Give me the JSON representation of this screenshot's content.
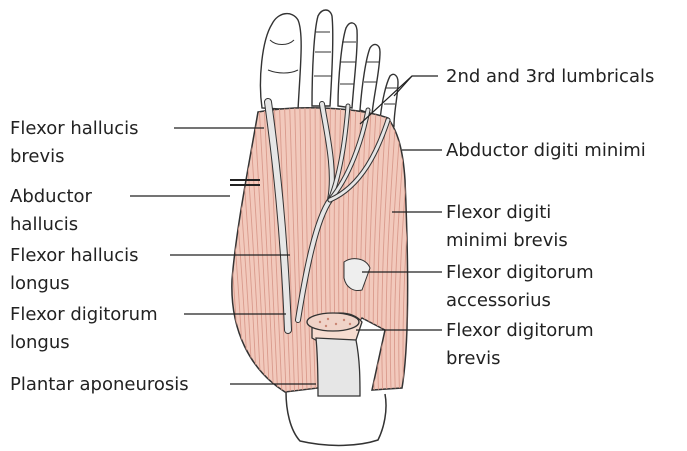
{
  "labels": {
    "flexor_hallucis_brevis_1": "Flexor hallucis",
    "flexor_hallucis_brevis_2": "brevis",
    "abductor_hallucis_1": "Abductor",
    "abductor_hallucis_2": "hallucis",
    "flexor_hallucis_longus_1": "Flexor hallucis",
    "flexor_hallucis_longus_2": "longus",
    "flexor_digitorum_longus_1": "Flexor digitorum",
    "flexor_digitorum_longus_2": "longus",
    "plantar_aponeurosis": "Plantar aponeurosis",
    "lumbricals": "2nd and 3rd lumbricals",
    "abductor_digiti_minimi": "Abductor digiti minimi",
    "flexor_digiti_minimi_brevis_1": "Flexor digiti",
    "flexor_digiti_minimi_brevis_2": "minimi brevis",
    "flexor_digitorum_accessorius_1": "Flexor digitorum",
    "flexor_digitorum_accessorius_2": "accessorius",
    "flexor_digitorum_brevis_1": "Flexor digitorum",
    "flexor_digitorum_brevis_2": "brevis"
  },
  "colors": {
    "muscle": "#f2c9bc",
    "muscle_dark": "#d99a8c",
    "tendon": "#e6e6e6",
    "outline": "#333333",
    "background": "#ffffff"
  }
}
